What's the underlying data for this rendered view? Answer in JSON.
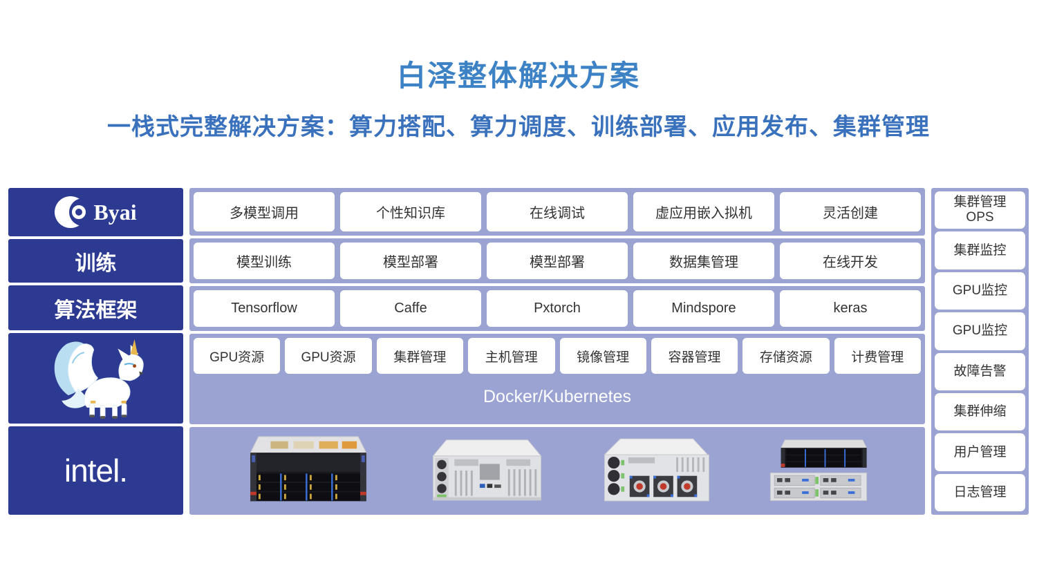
{
  "header": {
    "title": "白泽整体解决方案",
    "subtitle": "一栈式完整解决方案：算力搭配、算力调度、训练部署、应用发布、集群管理"
  },
  "left_column": {
    "byai": "Byai",
    "training": "训练",
    "framework": "算法框架",
    "intel": "intel."
  },
  "center": {
    "app_row": [
      "多模型调用",
      "个性知识库",
      "在线调试",
      "虚应用嵌入拟机",
      "灵活创建"
    ],
    "model_row": [
      "模型训练",
      "模型部署",
      "模型部署",
      "数据集管理",
      "在线开发"
    ],
    "framework_row": [
      "Tensorflow",
      "Caffe",
      "Pxtorch",
      "Mindspore",
      "keras"
    ],
    "resource_row": [
      "GPU资源",
      "GPU资源",
      "集群管理",
      "主机管理",
      "镜像管理",
      "容器管理",
      "存储资源",
      "计费管理"
    ],
    "platform": "Docker/Kubernetes"
  },
  "right_column": [
    "集群管理\nOPS",
    "集群监控",
    "GPU监控",
    "GPU监控",
    "故障告警",
    "集群伸缩",
    "用户管理",
    "日志管理"
  ],
  "images": {
    "byai_logo": "byai-logo",
    "mascot": "baize-mascot",
    "intel_logo": "intel-logo",
    "servers": [
      "gpu-server-front",
      "server-rear-io",
      "server-rear-fans",
      "twin-node-server"
    ]
  },
  "colors": {
    "navy": "#2d3a92",
    "panel_purple": "#9aa3d2",
    "title_blue": "#3d82c5",
    "subtitle_blue": "#3a71bd",
    "cell_text": "#333333"
  }
}
